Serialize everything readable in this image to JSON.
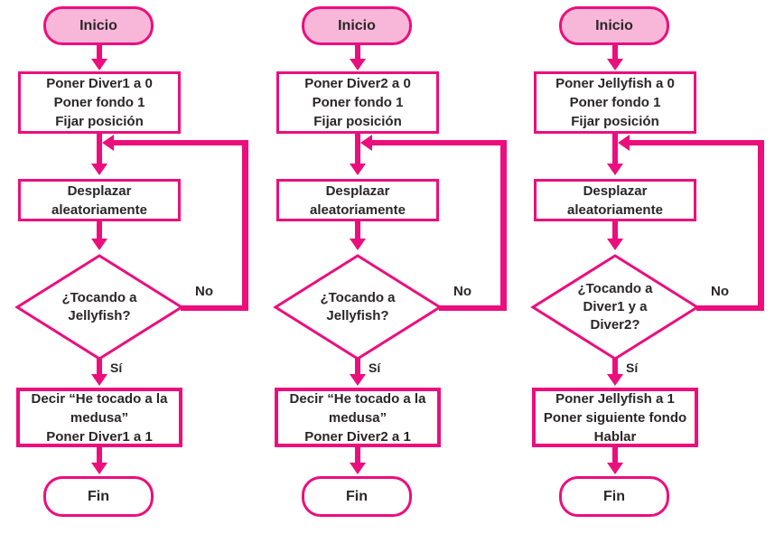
{
  "colors": {
    "accent": "#EC0E7D",
    "start_fill": "#F8B7D9",
    "text": "#2A2627",
    "background": "#FFFFFF"
  },
  "shared": {
    "yes_label": "Sí",
    "no_label": "No"
  },
  "chart_type": "flowchart",
  "columns": [
    {
      "start": "Inicio",
      "init_lines": [
        "Poner Diver1 a 0",
        "Poner fondo 1",
        "Fijar posición"
      ],
      "move_lines": [
        "Desplazar",
        "aleatoriamente"
      ],
      "decision_lines": [
        "¿Tocando a",
        "Jellyfish?"
      ],
      "action_lines": [
        "Decir “He tocado a la",
        "medusa”",
        "Poner Diver1 a 1"
      ],
      "end": "Fin"
    },
    {
      "start": "Inicio",
      "init_lines": [
        "Poner Diver2 a 0",
        "Poner fondo 1",
        "Fijar posición"
      ],
      "move_lines": [
        "Desplazar",
        "aleatoriamente"
      ],
      "decision_lines": [
        "¿Tocando a",
        "Jellyfish?"
      ],
      "action_lines": [
        "Decir “He tocado a la",
        "medusa”",
        "Poner Diver2 a 1"
      ],
      "end": "Fin"
    },
    {
      "start": "Inicio",
      "init_lines": [
        "Poner Jellyfish a 0",
        "Poner fondo 1",
        "Fijar posición"
      ],
      "move_lines": [
        "Desplazar",
        "aleatoriamente"
      ],
      "decision_lines": [
        "¿Tocando a",
        "Diver1 y a",
        "Diver2?"
      ],
      "action_lines": [
        "Poner Jellyfish a 1",
        "Poner siguiente fondo",
        "Hablar"
      ],
      "end": "Fin"
    }
  ]
}
